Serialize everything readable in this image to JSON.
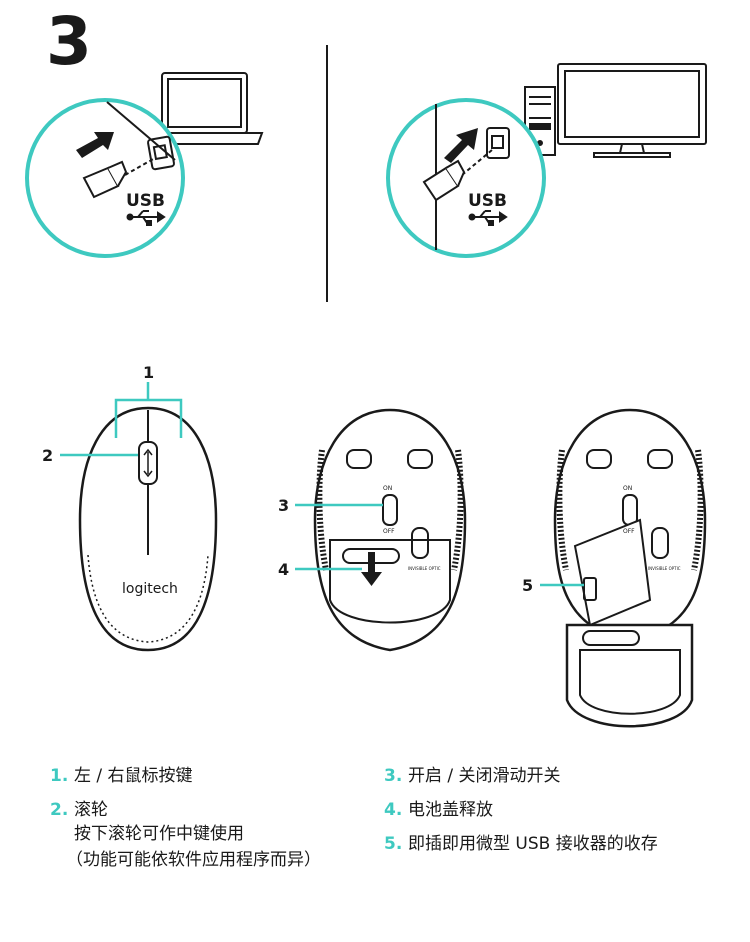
{
  "step_number": "3",
  "usb_label": "USB",
  "brand": "logitech",
  "switch_on": "ON",
  "switch_off": "OFF",
  "sensor_text": "INVISIBLE OPTIC",
  "callouts": [
    "1",
    "2",
    "3",
    "4",
    "5"
  ],
  "legend_left": [
    {
      "num": "1.",
      "text": "左 / 右鼠标按键"
    },
    {
      "num": "2.",
      "text": "滚轮",
      "sub1": "按下滚轮可作中键使用",
      "sub2": "（功能可能依软件应用程序而异）"
    }
  ],
  "legend_right": [
    {
      "num": "3.",
      "text": "开启 / 关闭滑动开关"
    },
    {
      "num": "4.",
      "text": "电池盖释放"
    },
    {
      "num": "5.",
      "text": "即插即用微型 USB 接收器的收存"
    }
  ],
  "colors": {
    "accent": "#3ec9c0",
    "ink": "#1a1a1a"
  }
}
